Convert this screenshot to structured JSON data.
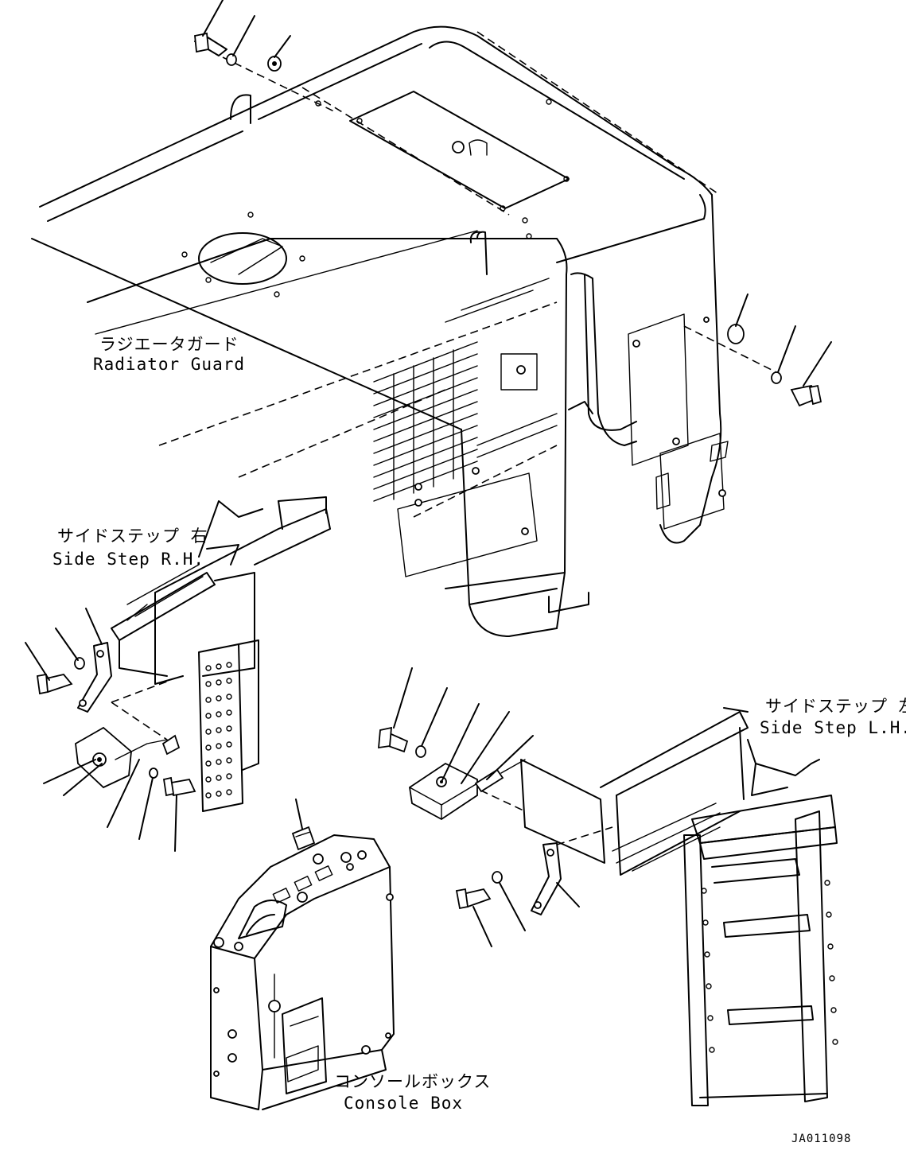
{
  "labels": {
    "radiator_guard_jp": "ラジエータガード",
    "radiator_guard_en": "Radiator Guard",
    "side_step_rh_jp": "サイドステップ 右",
    "side_step_rh_en": "Side Step R.H.",
    "side_step_lh_jp": "サイドステップ 左",
    "side_step_lh_en": "Side Step L.H.",
    "console_box_jp": "コンソールボックス",
    "console_box_en": "Console Box"
  },
  "drawing_code": "JA011098"
}
